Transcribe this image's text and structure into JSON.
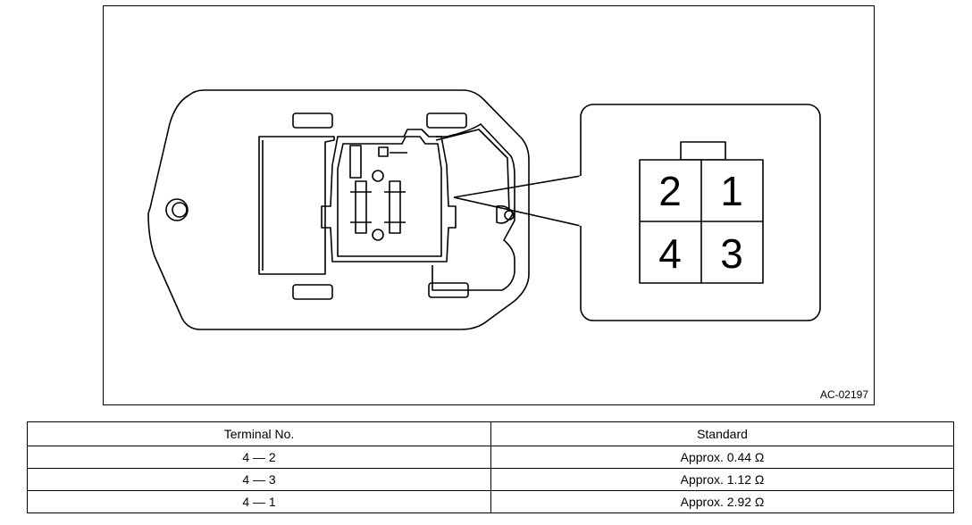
{
  "figure": {
    "id": "AC-02197",
    "connector_pins": [
      "2",
      "1",
      "4",
      "3"
    ]
  },
  "table": {
    "headers": [
      "Terminal No.",
      "Standard"
    ],
    "rows": [
      {
        "terminal": "4 — 2",
        "standard": "Approx. 0.44 Ω"
      },
      {
        "terminal": "4 — 3",
        "standard": "Approx. 1.12 Ω"
      },
      {
        "terminal": "4 — 1",
        "standard": "Approx. 2.92 Ω"
      }
    ]
  }
}
